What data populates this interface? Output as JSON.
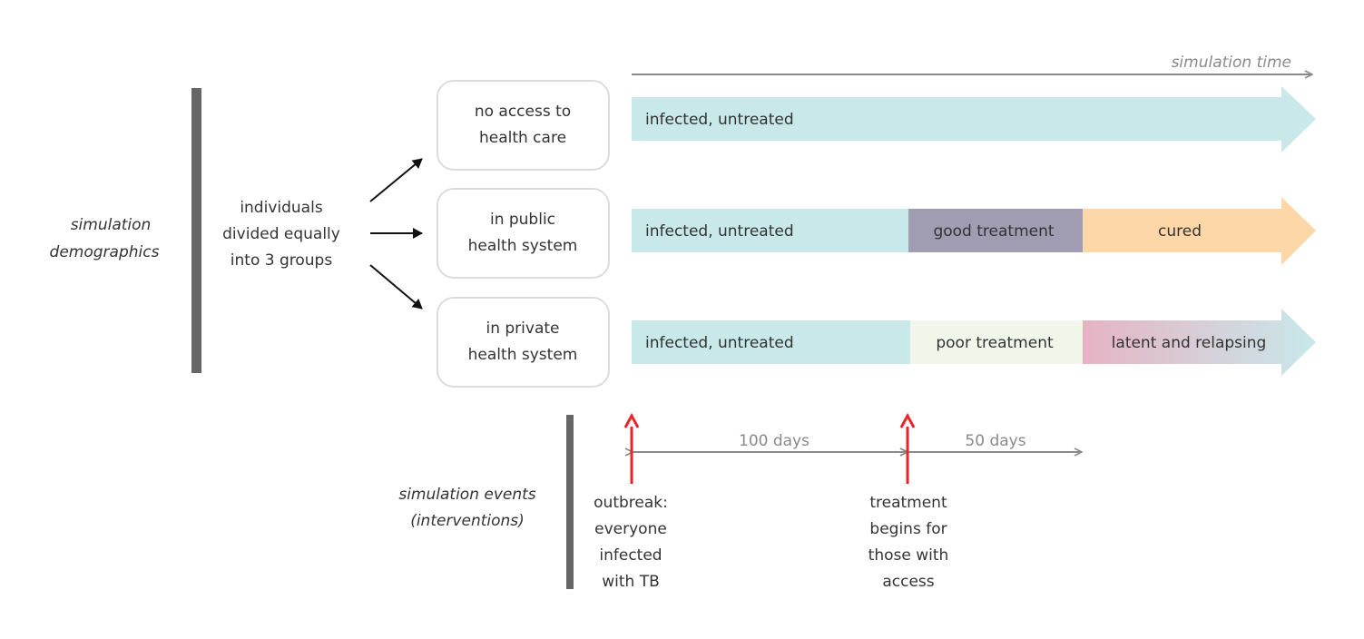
{
  "time_axis": {
    "label": "simulation time"
  },
  "demographics": {
    "label": [
      "simulation",
      "demographics"
    ],
    "split_text": [
      "individuals",
      "divided equally",
      "into 3 groups"
    ]
  },
  "groups": [
    {
      "label": [
        "no access to",
        "health care"
      ],
      "stages": [
        {
          "label": "infected, untreated",
          "color": "#c8e8ea"
        }
      ]
    },
    {
      "label": [
        "in public",
        "health system"
      ],
      "stages": [
        {
          "label": "infected, untreated",
          "color": "#c8e8ea"
        },
        {
          "label": "good treatment",
          "color": "#a09db3"
        },
        {
          "label": "cured",
          "color": "#fdd7a8"
        }
      ]
    },
    {
      "label": [
        "in private",
        "health system"
      ],
      "stages": [
        {
          "label": "infected, untreated",
          "color": "#c8e8ea"
        },
        {
          "label": "poor treatment",
          "color": "#f1f6ea"
        },
        {
          "label": "latent and relapsing",
          "color_from": "#e6b3c4",
          "color_to": "#c8e8ea"
        }
      ]
    }
  ],
  "events": {
    "label": [
      "simulation events",
      "(interventions)"
    ],
    "intervals": [
      {
        "label": "100 days"
      },
      {
        "label": "50 days"
      }
    ],
    "markers": [
      {
        "text": [
          "outbreak:",
          "everyone",
          "infected",
          "with TB"
        ]
      },
      {
        "text": [
          "treatment",
          "begins for",
          "those with",
          "access"
        ]
      }
    ]
  },
  "colors": {
    "event_arrow": "#e8262b",
    "axis": "#8a8a8a",
    "divider": "#666666"
  }
}
